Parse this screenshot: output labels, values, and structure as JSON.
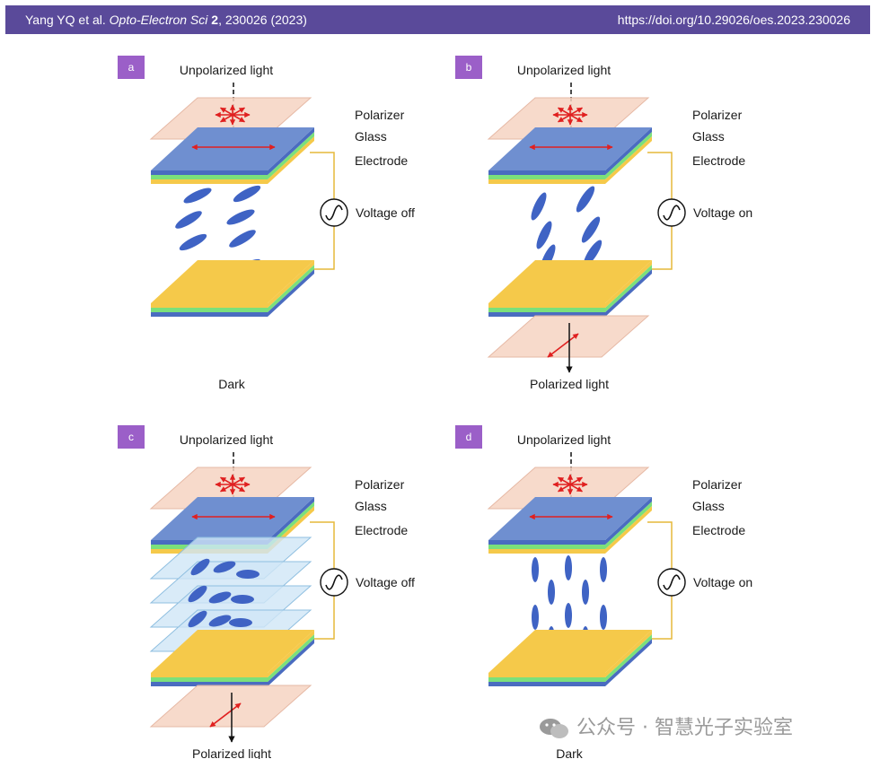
{
  "header": {
    "authors": "Yang YQ et al.",
    "journal": "Opto-Electron Sci",
    "volume": "2",
    "article": ", 230026 (2023)",
    "doi": "https://doi.org/10.29026/oes.2023.230026"
  },
  "colors": {
    "header_bg": "#5a4a9a",
    "panel_label_bg": "#9b5fc8",
    "polarizer": "#f6d3c2",
    "glass": "#6f8fd0",
    "electrode": "#f5c94a",
    "green_layer": "#7be07b",
    "lc_molecule": "#3f63c4",
    "wire": "#e6b93a",
    "arrow": "#e02020"
  },
  "labels": {
    "polarizer": "Polarizer",
    "glass": "Glass",
    "electrode": "Electrode",
    "unpolarized": "Unpolarized light",
    "polarized": "Polarized light",
    "dark": "Dark",
    "voltage_off": "Voltage off",
    "voltage_on": "Voltage on"
  },
  "panels": [
    {
      "id": "a",
      "label": "a",
      "top_text": "Unpolarized light",
      "voltage": "Voltage off",
      "bottom_text": "Dark"
    },
    {
      "id": "b",
      "label": "b",
      "top_text": "Unpolarized light",
      "voltage": "Voltage on",
      "bottom_text": "Polarized light"
    },
    {
      "id": "c",
      "label": "c",
      "top_text": "Unpolarized light",
      "voltage": "Voltage off",
      "bottom_text": "Polarized light"
    },
    {
      "id": "d",
      "label": "d",
      "top_text": "Unpolarized light",
      "voltage": "Voltage on",
      "bottom_text": "Dark"
    }
  ],
  "watermark": "公众号 · 智慧光子实验室"
}
